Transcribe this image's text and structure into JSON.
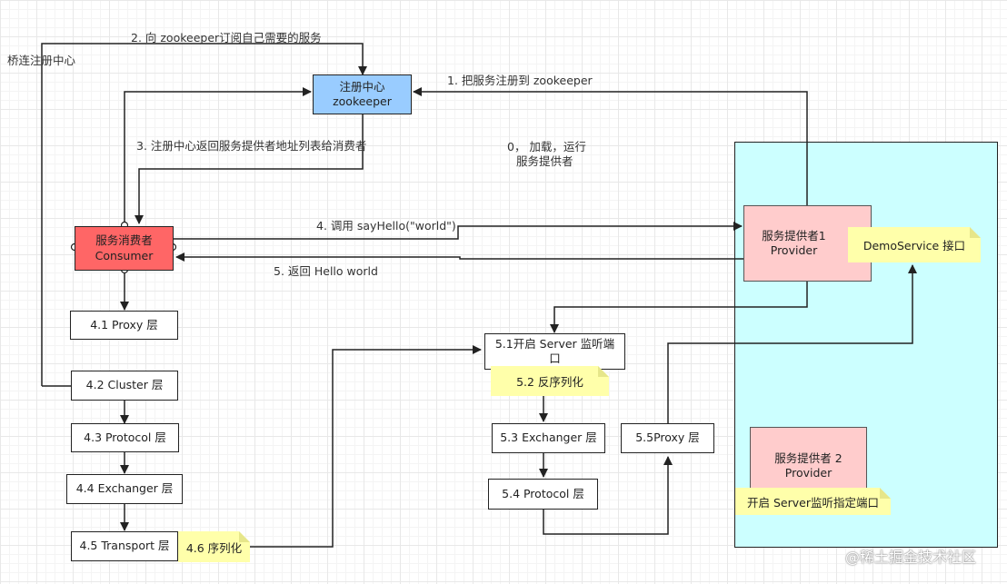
{
  "nodes": {
    "registry": [
      "注册中心",
      "zookeeper"
    ],
    "consumer": [
      "服务消费者",
      "Consumer"
    ],
    "provider1": [
      "服务提供者1",
      "Provider"
    ],
    "provider2": [
      "服务提供者 2",
      "Provider"
    ],
    "proxy": "4.1 Proxy 层",
    "cluster": "4.2 Cluster 层",
    "protocol": "4.3 Protocol 层",
    "exchanger": "4.4 Exchanger 层",
    "transport": "4.5 Transport 层",
    "server_listen": [
      "5.1开启 Server 监听端",
      "口"
    ],
    "s_exchanger": "5.3 Exchanger 层",
    "s_protocol": "5.4 Protocol 层",
    "s_proxy": "5.5Proxy 层"
  },
  "notes": {
    "demo_service": "DemoService 接口",
    "serialize": "4.6 序列化",
    "deserialize": "5.2 反序列化",
    "open_server": "开启 Server监听指定端口"
  },
  "labels": {
    "bridge": "桥连注册中心",
    "subscribe": "2. 向 zookeeper订阅自己需要的服务",
    "register": "1. 把服务注册到 zookeeper",
    "return_list": "3. 注册中心返回服务提供者地址列表给消费者",
    "load_line1": "0， 加载，运行",
    "load_line2": "服务提供者",
    "invoke": "4. 调用 sayHello(\"world\")",
    "reply": "5. 返回 Hello world"
  },
  "watermark": "@稀土掘金技术社区",
  "colors": {
    "registry_fill": "#99ccff",
    "consumer_fill": "#ff6666",
    "provider_fill": "#ffcccc",
    "container_fill": "#ccffff",
    "note_fill": "#ffffaa"
  }
}
